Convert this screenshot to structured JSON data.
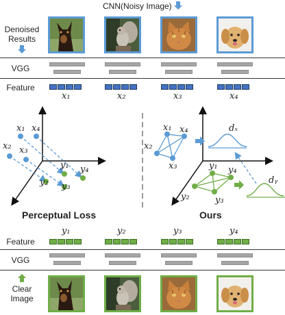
{
  "top_caption": "CNN(Noisy Image)",
  "labels": {
    "denoised_line1": "Denoised",
    "denoised_line2": "Results",
    "vgg_top": "VGG",
    "feature_top": "Feature",
    "feature_bottom": "Feature",
    "vgg_bottom": "VGG",
    "clear_line1": "Clear",
    "clear_line2": "Image"
  },
  "features_noisy": [
    "x1",
    "x2",
    "x3",
    "x4"
  ],
  "features_clear": [
    "y1",
    "y2",
    "y3",
    "y4"
  ],
  "images": [
    "doberman dog",
    "squirrel",
    "cat",
    "golden retriever puppy"
  ],
  "panels": {
    "left_title": "Perceptual Loss",
    "right_title": "Ours",
    "dist_x": "dx",
    "dist_y": "dy"
  },
  "colors": {
    "blue": "#5b9bd5",
    "green": "#70ad47"
  }
}
